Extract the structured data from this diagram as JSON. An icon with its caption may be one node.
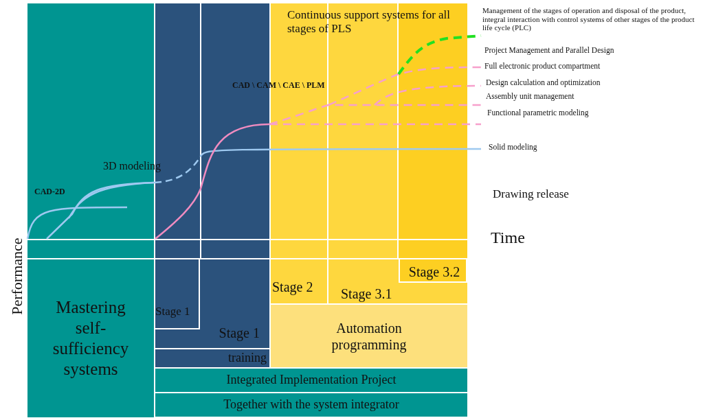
{
  "diagram": {
    "nodes": [
      {
        "text": [
          "Mastering self-sufficiency systems"
        ]
      },
      {
        "text": [
          "Stage 1"
        ]
      },
      {
        "text": [
          "Stage 1"
        ],
        "in": 1
      },
      {
        "text": [
          "training"
        ]
      },
      {
        "text": [
          "Stage 2"
        ]
      },
      {
        "text": [
          "Stage 3.1"
        ]
      },
      {
        "text": [
          "Stage 3.2"
        ],
        "in": 5
      },
      {
        "text": [
          "Automation programming"
        ]
      },
      {
        "text": [
          "Integrated Implementation Project"
        ]
      },
      {
        "text": [
          "Together with the system integrator"
        ]
      }
    ],
    "labels": [
      "Continuous support systems for all stages of PLS",
      "Management of the stages of operation and disposal of the product, integral interaction with control systems of other stages of the product life cycle (PLC)",
      "Project Management and Parallel Design",
      "Full electronic product compartment",
      "CAD \\ CAM \\ CAE \\ PLM",
      "Design calculation and optimization",
      "Assembly unit management",
      "Functional parametric modeling",
      "Solid modeling",
      "3D modeling",
      "CAD-2D",
      "Drawing release",
      "Performance",
      "Time"
    ]
  }
}
